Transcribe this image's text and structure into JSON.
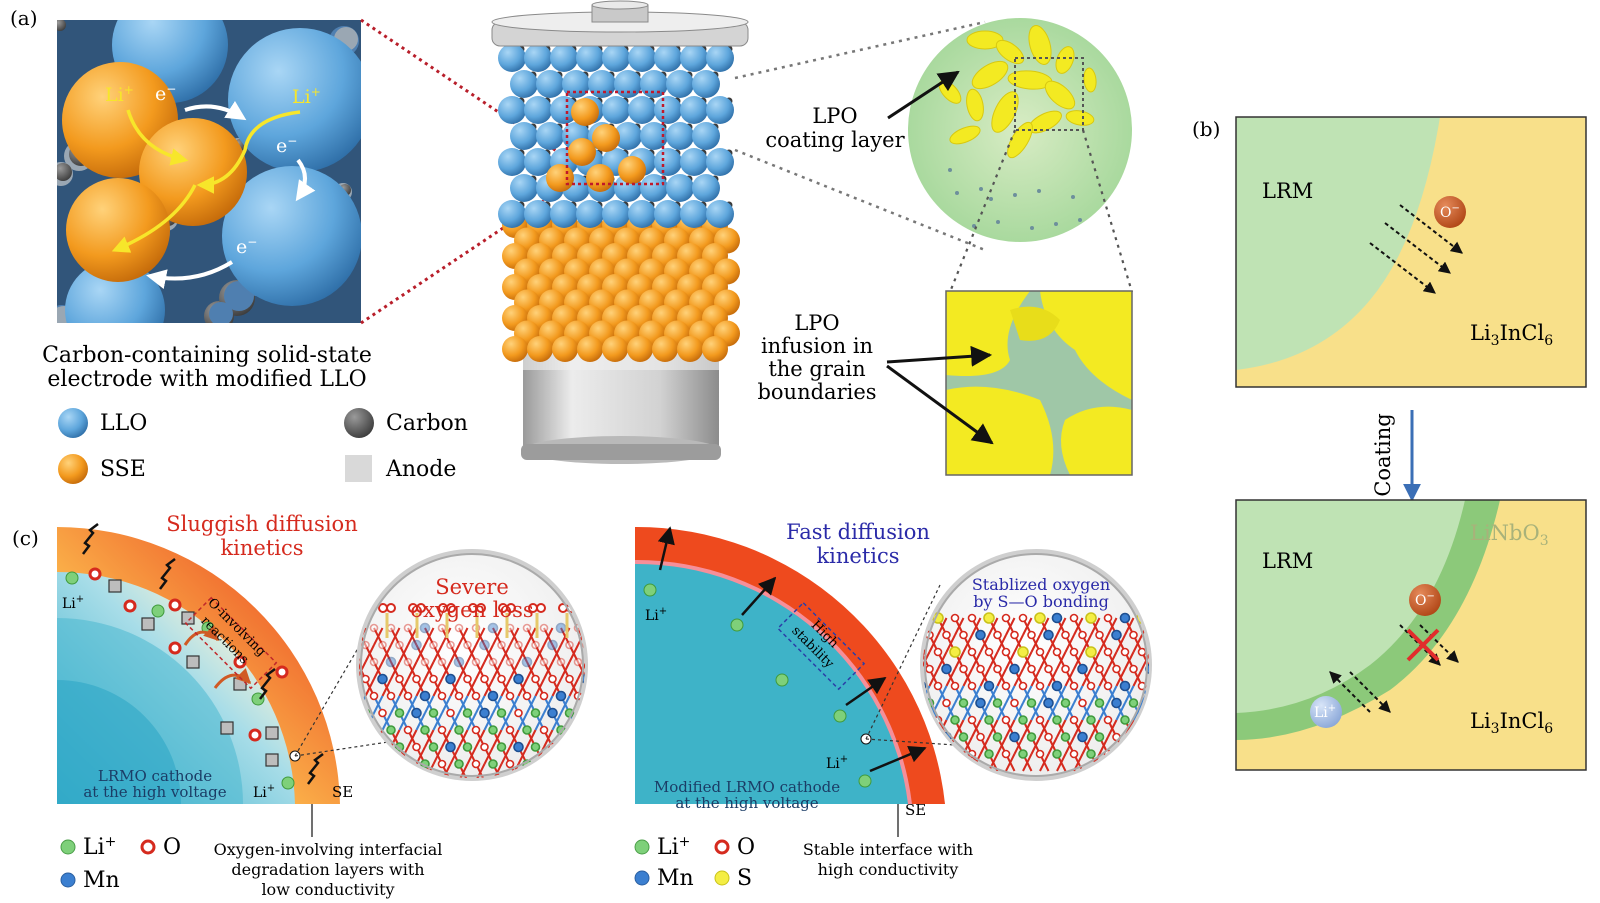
{
  "panel_labels": {
    "a": "(a)",
    "b": "(b)",
    "c": "(c)"
  },
  "a": {
    "zoom_labels": {
      "li1": "Li",
      "li1_sup": "+",
      "e1": "e",
      "e1_sup": "−",
      "li2": "Li",
      "li2_sup": "+",
      "e2": "e",
      "e2_sup": "−",
      "e3": "e",
      "e3_sup": "−"
    },
    "caption_line1": "Carbon-containing solid-state",
    "caption_line2": "electrode with modified LLO",
    "legend": {
      "llo": "LLO",
      "sse": "SSE",
      "carbon": "Carbon",
      "anode": "Anode"
    },
    "lpo_coating_line1": "LPO",
    "lpo_coating_line2": "coating layer",
    "lpo_infusion_lines": [
      "LPO",
      "infusion in",
      "the grain",
      "boundaries"
    ]
  },
  "b": {
    "top": {
      "lrm": "LRM",
      "product": "Li",
      "sub3": "3",
      "mid": "InCl",
      "sub6": "6",
      "ion": "O",
      "ion_sup": "−"
    },
    "arrow_label": "Coating",
    "bottom": {
      "lrm": "LRM",
      "coat": "LiNbO",
      "coat_sub": "3",
      "product": "Li",
      "sub3": "3",
      "mid": "InCl",
      "sub6": "6",
      "ion": "O",
      "ion_sup": "−",
      "li": "Li",
      "li_sup": "+"
    }
  },
  "c": {
    "left": {
      "title_line1": "Sluggish diffusion",
      "title_line2": "kinetics",
      "loss_line1": "Severe",
      "loss_line2": "oxygen loss",
      "reaction_line1": "O-involving",
      "reaction_line2": "reactions",
      "li_label": "Li",
      "li_sup": "+",
      "cathode_line1": "LRMO cathode",
      "cathode_line2": "at the high voltage",
      "se": "SE",
      "legend": {
        "li": "Li",
        "li_sup": "+",
        "o": "O",
        "mn": "Mn"
      },
      "desc_lines": [
        "Oxygen-involving interfacial",
        "degradation layers with",
        "low conductivity"
      ]
    },
    "right": {
      "title_line1": "Fast diffusion",
      "title_line2": "kinetics",
      "stab_line1": "Stablized oxygen",
      "stab_line2": "by S—O bonding",
      "box_line1": "High",
      "box_line2": "stability",
      "li_label": "Li",
      "li_sup": "+",
      "cathode_line1": "Modified LRMO cathode",
      "cathode_line2": "at the high voltage",
      "se": "SE",
      "legend": {
        "li": "Li",
        "li_sup": "+",
        "o": "O",
        "mn": "Mn",
        "s": "S"
      },
      "desc_lines": [
        "Stable interface with",
        "high conductivity"
      ]
    }
  },
  "colors": {
    "llo_blue": "#5fa8de",
    "sse_orange": "#f39a1e",
    "carbon_gray": "#555555",
    "anode_gray": "#d9d9d9",
    "lpo_yellow": "#f3ea22",
    "lrm_green": "#bfe3b4",
    "li3incl6_yellow": "#f8e08a",
    "linbo3_green": "#8cc97a",
    "cathode_teal": "#3eb3c8",
    "se_red": "#e8361b",
    "title_red": "#d52a1e",
    "title_blue": "#2a2aa8"
  }
}
